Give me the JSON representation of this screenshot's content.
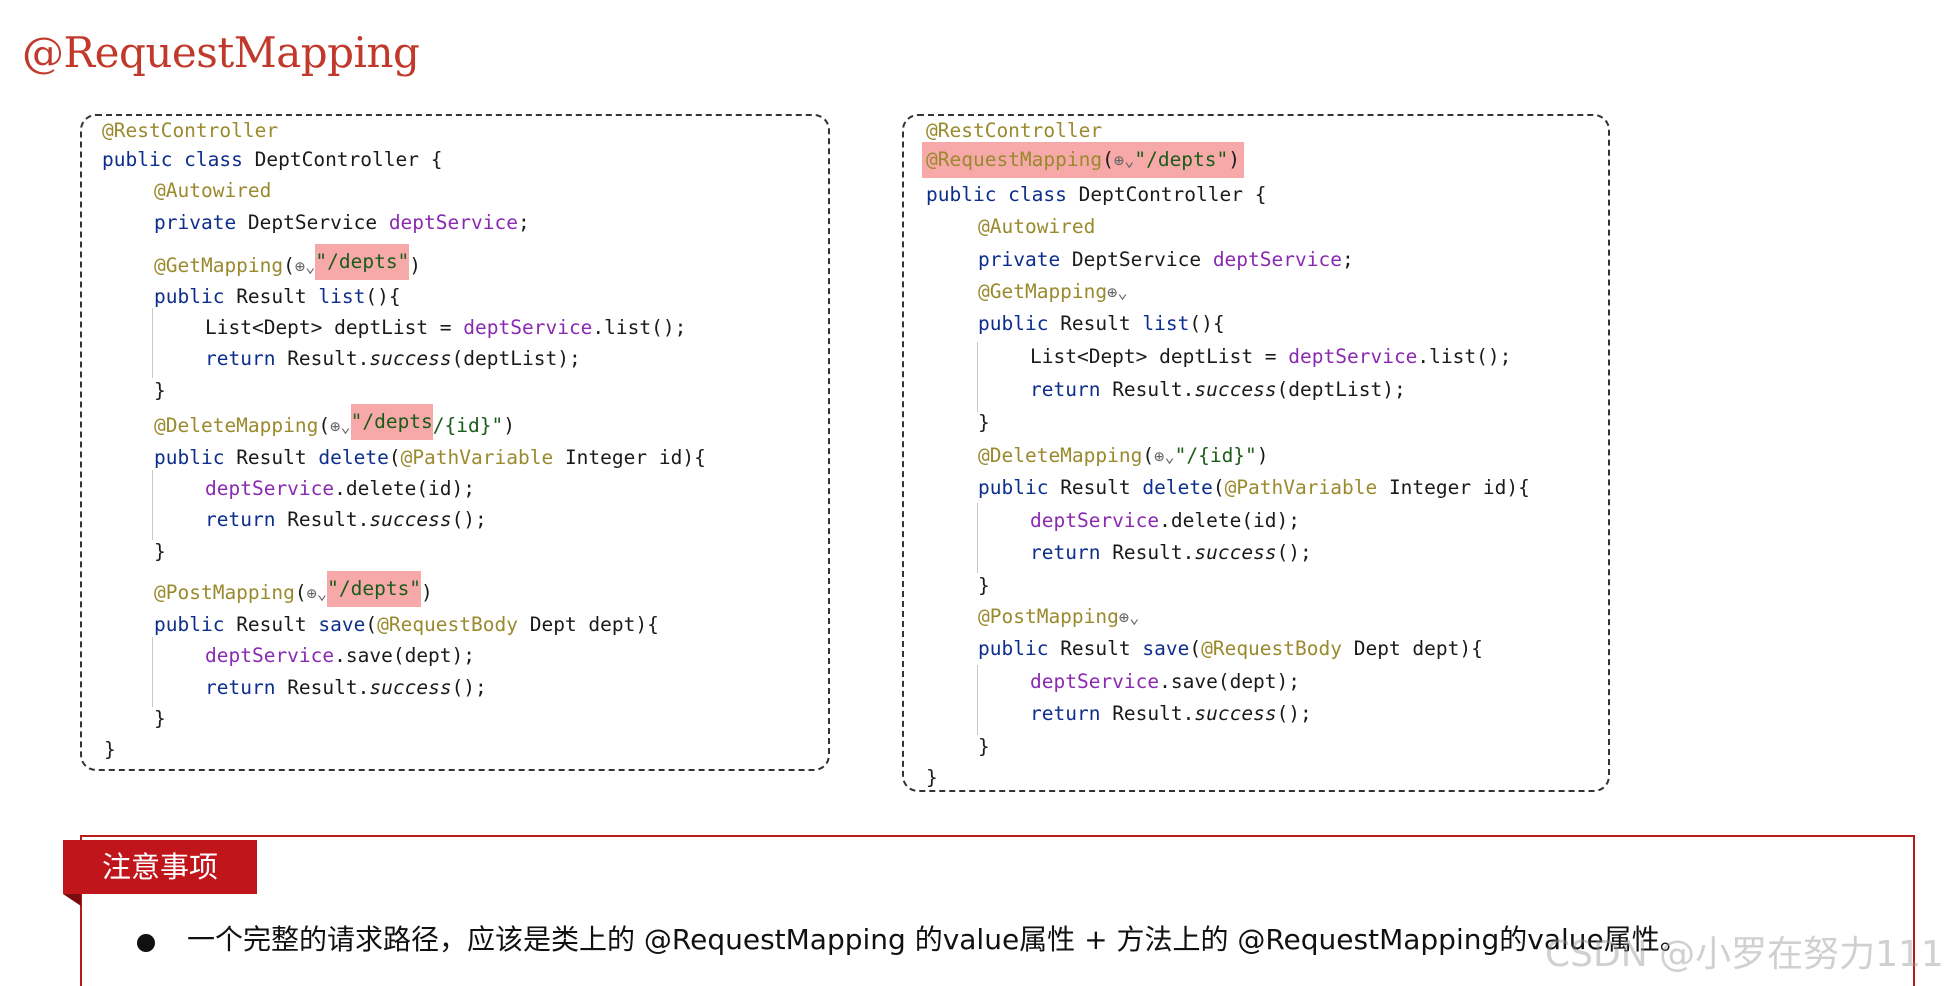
{
  "title": "@RequestMapping",
  "left_code": {
    "class_annotation": "@RestController",
    "class_decl_kw": "public class",
    "class_decl_name": " DeptController {",
    "autowired": "@Autowired",
    "field_kw": "private",
    "field_type": " DeptService ",
    "field_name": "deptService",
    "semicolon": ";",
    "get_annot": "@GetMapping",
    "get_path": "\"/depts\"",
    "list_kw": "public",
    "list_sig_mid": " Result ",
    "list_name": "list",
    "list_sig_end": "(){",
    "list_body1_a": "List<Dept> deptList = ",
    "list_body1_field": "deptService",
    "list_body1_b": ".list();",
    "return_kw": "return",
    "list_body2_a": " Result.",
    "success": "success",
    "list_body2_b": "(deptList);",
    "close_brace": "}",
    "delete_annot": "@DeleteMapping",
    "delete_path_hl": "\"/depts",
    "delete_path_rest": "/{id}\"",
    "delete_kw": "public",
    "delete_sig_mid": " Result ",
    "delete_name": "delete",
    "delete_param_annot": "@PathVariable",
    "delete_param_rest": " Integer id){",
    "delete_body1_field": "deptService",
    "delete_body1_rest": ".delete(id);",
    "empty_call": "();",
    "post_annot": "@PostMapping",
    "post_path": "\"/depts\"",
    "save_kw": "public",
    "save_sig_mid": " Result ",
    "save_name": "save",
    "save_param_annot": "@RequestBody",
    "save_param_rest": " Dept dept){",
    "save_body1_field": "deptService",
    "save_body1_rest": ".save(dept);",
    "class_close": "}"
  },
  "right_code": {
    "class_annotation": "@RestController",
    "class_mapping_annot": "@RequestMapping",
    "class_mapping_path": "\"/depts\"",
    "class_decl_kw": "public class",
    "class_decl_name": " DeptController {",
    "autowired": "@Autowired",
    "field_kw": "private",
    "field_type": " DeptService ",
    "field_name": "deptService",
    "semicolon": ";",
    "get_annot": "@GetMapping",
    "list_kw": "public",
    "list_sig_mid": " Result ",
    "list_name": "list",
    "list_sig_end": "(){",
    "list_body1_a": "List<Dept> deptList = ",
    "list_body1_field": "deptService",
    "list_body1_b": ".list();",
    "return_kw": "return",
    "list_body2_a": " Result.",
    "success": "success",
    "list_body2_b": "(deptList);",
    "close_brace": "}",
    "delete_annot": "@DeleteMapping",
    "delete_path": "\"/{id}\"",
    "delete_kw": "public",
    "delete_sig_mid": " Result ",
    "delete_name": "delete",
    "delete_param_annot": "@PathVariable",
    "delete_param_rest": " Integer id){",
    "delete_body1_field": "deptService",
    "delete_body1_rest": ".delete(id);",
    "empty_call": "();",
    "post_annot": "@PostMapping",
    "save_kw": "public",
    "save_sig_mid": " Result ",
    "save_name": "save",
    "save_param_annot": "@RequestBody",
    "save_param_rest": " Dept dept){",
    "save_body1_field": "deptService",
    "save_body1_rest": ".save(dept);",
    "class_close": "}"
  },
  "icons": {
    "web_icon": "web-globe-dropdown-icon",
    "web_glyph": "⊕⌄",
    "bullet": "bullet-icon"
  },
  "note": {
    "tab_label": "注意事项",
    "text": "一个完整的请求路径，应该是类上的 @RequestMapping 的value属性 + 方法上的 @RequestMapping的value属性。"
  },
  "watermark": "CSDN @小罗在努力111",
  "colors": {
    "title": "#c0392b",
    "annotation": "#9a8a2e",
    "keyword": "#0d2e8c",
    "field": "#8a2ab0",
    "highlight": "#f7a8a8",
    "note_tab": "#c0161b",
    "note_border": "#b71c1c"
  }
}
